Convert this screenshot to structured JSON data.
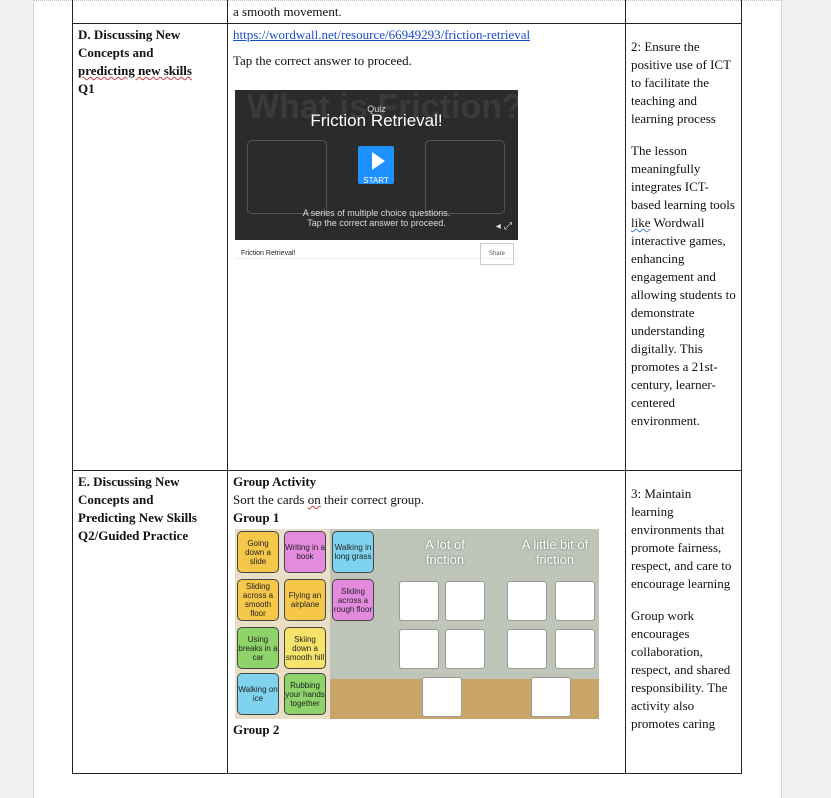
{
  "top_text": "a smooth movement.",
  "row_d": {
    "label": [
      "D. Discussing New",
      "Concepts and",
      "predicting new skills",
      "Q1"
    ],
    "link": "https://wordwall.net/resource/66949293/friction-retrieval",
    "instruction": "Tap the correct answer to proceed.",
    "quiz": {
      "bg_title": "What is Friction?",
      "kicker": "Quiz",
      "title": "Friction Retrieval!",
      "start": "START",
      "note1": "A series of multiple choice questions.",
      "note2": "Tap the correct answer to proceed.",
      "footer_name": "Friction Retrieval!",
      "share": "Share"
    },
    "side_p1": "2: Ensure the positive use of ICT to facilitate the teaching and learning process",
    "side_p2_a": "The lesson meaningfully integrates ICT-based learning tools ",
    "side_p2_like": "like",
    "side_p2_b": " Wordwall interactive games, enhancing engagement and allowing students to demonstrate understanding digitally. This promotes a 21st-century, learner-centered environment."
  },
  "row_e": {
    "label": [
      "E. Discussing New",
      "Concepts and",
      "Predicting New Skills",
      "Q2/Guided Practice"
    ],
    "activity_title": "Group Activity",
    "instr_a": "Sort the cards ",
    "instr_on": "on",
    "instr_b": " their correct group.",
    "group1": "Group 1",
    "group2": "Group 2",
    "sort": {
      "hdr_a": "A lot of friction",
      "hdr_b": "A little bit of friction",
      "cards": [
        {
          "text": "Going down a slide",
          "color": "#f6c84a"
        },
        {
          "text": "Writing in a book",
          "color": "#e48be0"
        },
        {
          "text": "Walking in long grass",
          "color": "#7fd3ee"
        },
        {
          "text": "Sliding across a smooth floor",
          "color": "#f6c84a"
        },
        {
          "text": "Flying an airplane",
          "color": "#f6c84a"
        },
        {
          "text": "Sliding across a rough floor",
          "color": "#e48be0"
        },
        {
          "text": "Using breaks in a car",
          "color": "#8fd46b"
        },
        {
          "text": "Skiing down a smooth hill",
          "color": "#f6e36a"
        },
        {
          "text": "Walking on ice",
          "color": "#7fd3ee"
        },
        {
          "text": "Rubbing your hands together",
          "color": "#8fd46b"
        }
      ]
    },
    "side_p1": "3: Maintain learning environments that promote fairness, respect, and care to encourage learning",
    "side_p2": "Group work encourages collaboration, respect, and shared responsibility. The activity also promotes caring"
  }
}
